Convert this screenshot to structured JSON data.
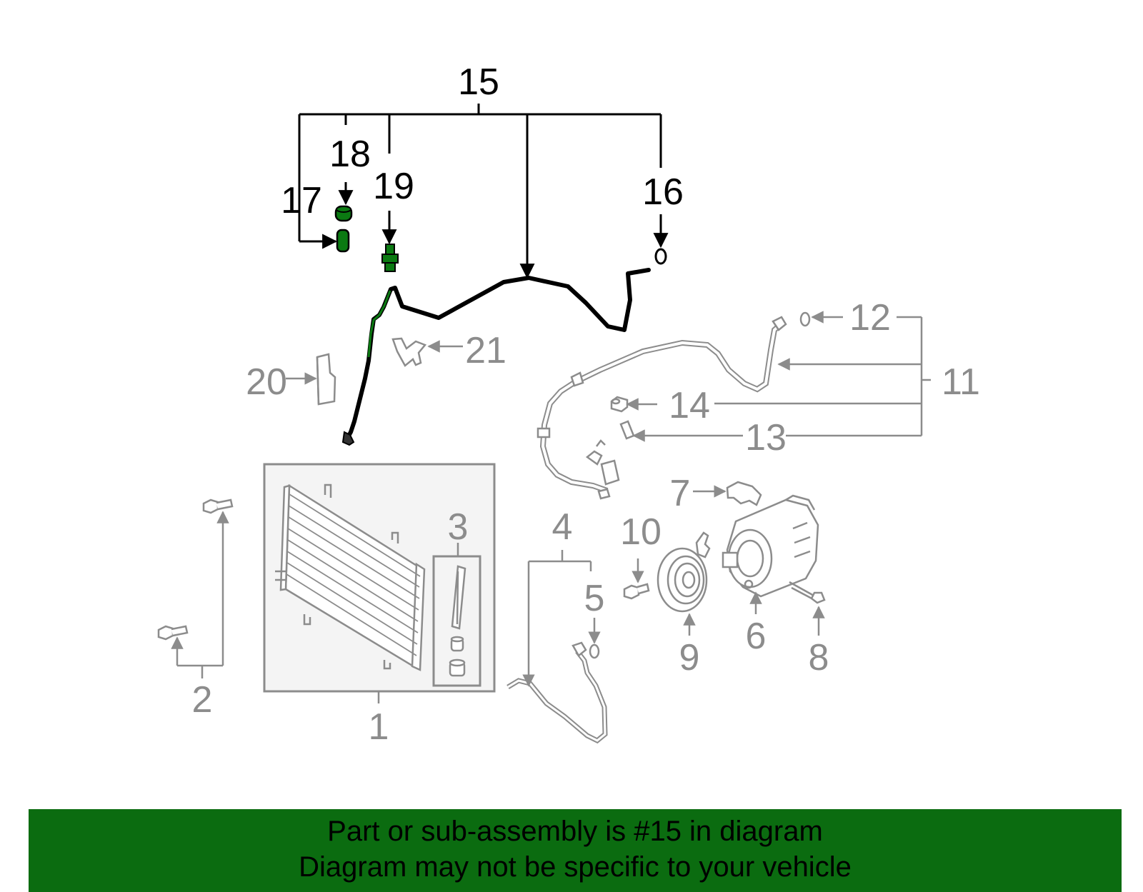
{
  "colors": {
    "highlight_part": "#0b7a12",
    "line_dark": "#000000",
    "line_gray": "#8c8c8c",
    "banner_bg": "#0b6c10",
    "panel_bg": "#f4f4f4"
  },
  "callouts": {
    "c1": "1",
    "c2": "2",
    "c3": "3",
    "c4": "4",
    "c5": "5",
    "c6": "6",
    "c7": "7",
    "c8": "8",
    "c9": "9",
    "c10": "10",
    "c11": "11",
    "c12": "12",
    "c13": "13",
    "c14": "14",
    "c15": "15",
    "c16": "16",
    "c17": "17",
    "c18": "18",
    "c19": "19",
    "c20": "20",
    "c21": "21"
  },
  "highlighted_part": "15",
  "banner": {
    "line1": "Part or sub-assembly is #15 in diagram",
    "line2": "Diagram may not be specific to your vehicle"
  }
}
